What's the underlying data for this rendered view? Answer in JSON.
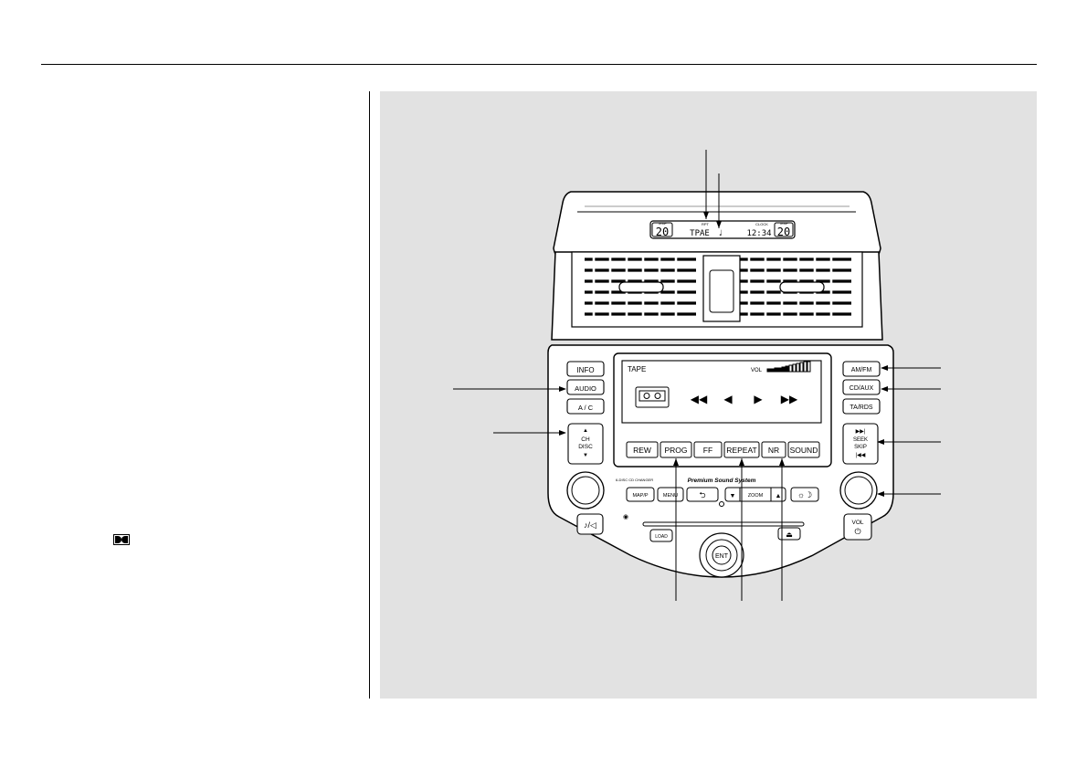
{
  "overhead_display": {
    "temp_label": "TEMP",
    "temp_left": "20",
    "temp_right": "20",
    "rpt_label": "RPT",
    "source_text": "TPAE",
    "clock_label": "CLOCK",
    "clock_time": "12:34"
  },
  "left_buttons": {
    "info": "INFO",
    "audio": "AUDIO",
    "ac": "A / C",
    "ch": "CH",
    "disc": "DISC"
  },
  "right_buttons": {
    "amfm": "AM/FM",
    "cdaux": "CD/AUX",
    "tards": "TA/RDS",
    "seek": "SEEK",
    "skip": "SKIP",
    "vol": "VOL"
  },
  "screen": {
    "mode": "TAPE",
    "vol_label": "VOL"
  },
  "soft_keys": [
    "REW",
    "PROG",
    "FF",
    "REPEAT",
    "NR",
    "SOUND"
  ],
  "panel_text": {
    "changer": "6-DISC CD CHANGER",
    "brand": "Premium Sound System"
  },
  "nav_buttons": {
    "map": "MAP/P",
    "menu": "MENU",
    "zoom": "ZOOM",
    "load": "LOAD",
    "ent": "ENT"
  }
}
